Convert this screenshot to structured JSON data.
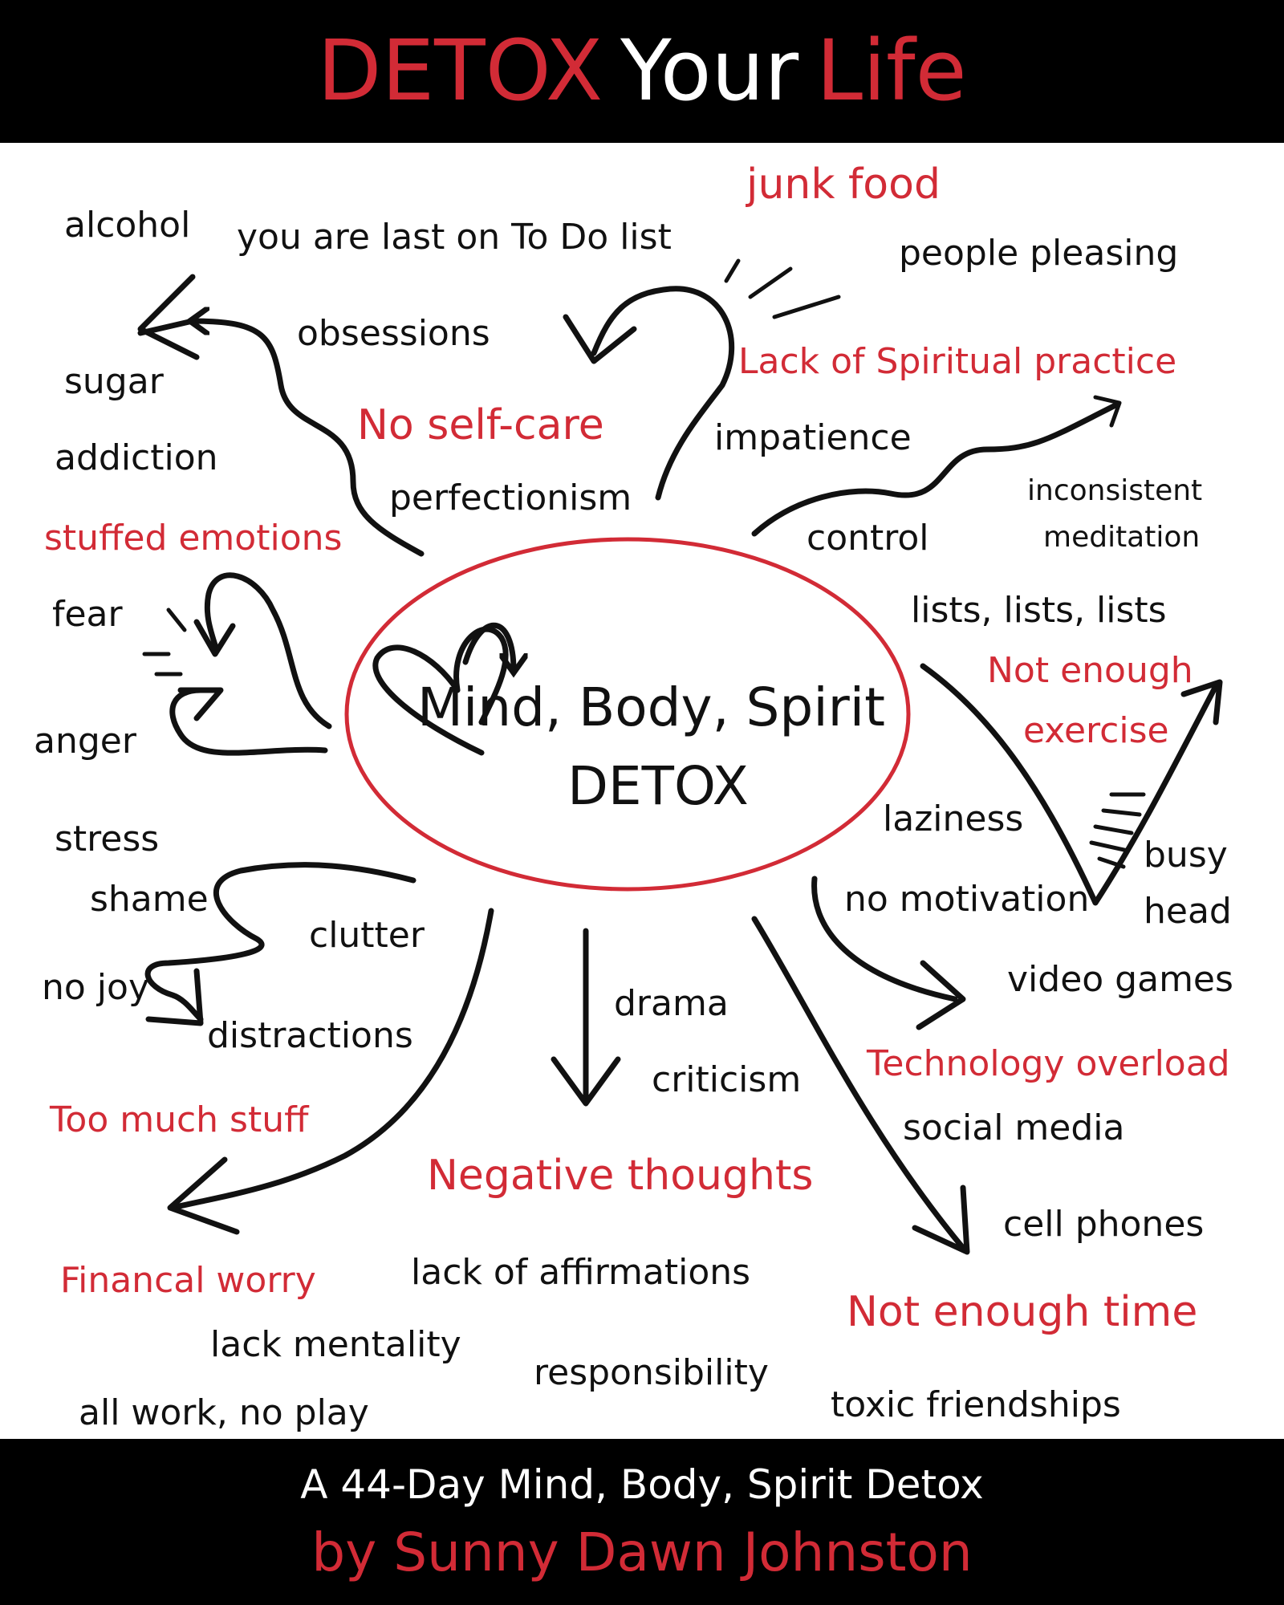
{
  "header": {
    "title_part1": "DETOX",
    "title_part2": "Your",
    "title_part3": "Life"
  },
  "center": {
    "line1": "Mind, Body, Spirit",
    "line2": "DETOX"
  },
  "words": {
    "alcohol": "alcohol",
    "last_on_list": "you are last on To Do list",
    "junk_food": "junk food",
    "people_pleasing": "people pleasing",
    "obsessions": "obsessions",
    "sugar": "sugar",
    "lack_spiritual": "Lack of Spiritual practice",
    "no_self_care": "No self-care",
    "impatience": "impatience",
    "addiction": "addiction",
    "perfectionism": "perfectionism",
    "inconsistent": "inconsistent",
    "meditation": "meditation",
    "stuffed_emotions": "stuffed emotions",
    "control": "control",
    "lists": "lists, lists, lists",
    "fear": "fear",
    "not_enough_exercise_1": "Not enough",
    "not_enough_exercise_2": "exercise",
    "anger": "anger",
    "laziness": "laziness",
    "busy": "busy",
    "head": "head",
    "stress": "stress",
    "shame": "shame",
    "no_motivation": "no motivation",
    "clutter": "clutter",
    "no_joy": "no joy",
    "video_games": "video games",
    "distractions": "distractions",
    "drama": "drama",
    "technology_overload": "Technology overload",
    "criticism": "criticism",
    "too_much_stuff": "Too much stuff",
    "social_media": "social media",
    "negative_thoughts": "Negative thoughts",
    "cell_phones": "cell phones",
    "financial_worry": "Financal worry",
    "lack_affirmations": "lack of affirmations",
    "not_enough_time": "Not enough time",
    "lack_mentality": "lack mentality",
    "responsibility": "responsibility",
    "all_work": "all work, no play",
    "toxic_friendships": "toxic friendships"
  },
  "footer": {
    "subtitle": "A 44-Day Mind, Body, Spirit Detox",
    "author": "by Sunny Dawn Johnston"
  },
  "colors": {
    "accent_red": "#d22b36",
    "ink": "#111111",
    "band": "#000000"
  }
}
